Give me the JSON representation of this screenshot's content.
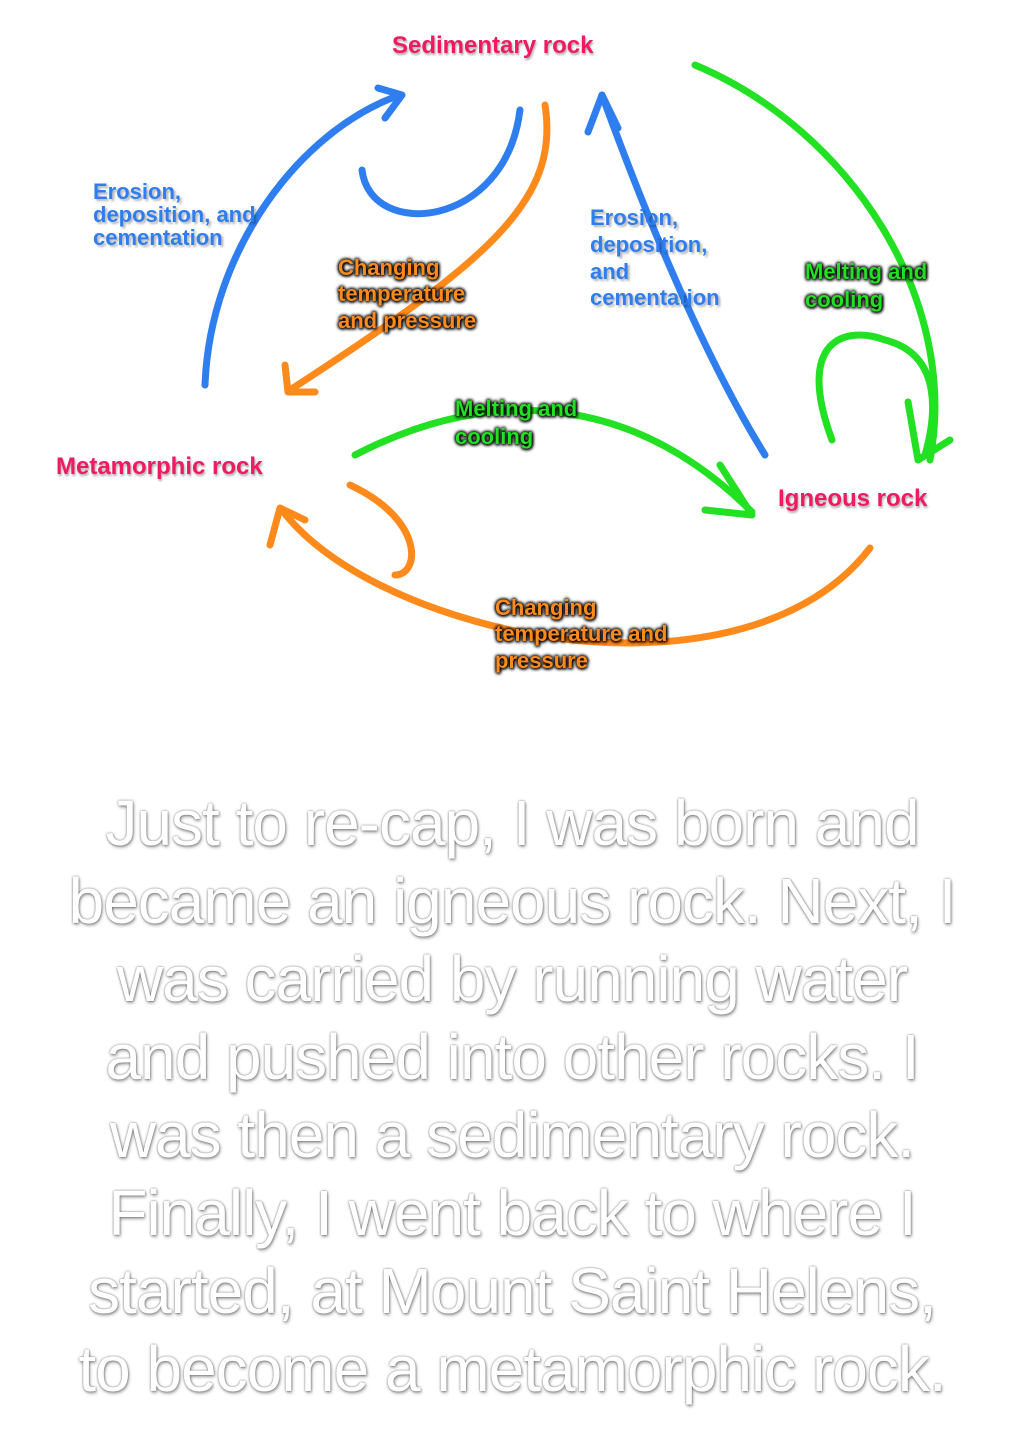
{
  "diagram": {
    "nodes": {
      "sedimentary": "Sedimentary rock",
      "metamorphic": "Metamorphic rock",
      "igneous": "Igneous rock"
    },
    "processes": {
      "erosion_left": [
        "Erosion,",
        "deposition, and",
        "cementation"
      ],
      "erosion_right": [
        "Erosion,",
        "deposition,",
        "and",
        "cementation"
      ],
      "changing_top": [
        "Changing",
        "temperature",
        "and pressure"
      ],
      "changing_bottom": [
        "Changing",
        "temperature and",
        "pressure"
      ],
      "melting_right": [
        "Melting and",
        "cooling"
      ],
      "melting_middle": [
        "Melting and",
        "cooling"
      ]
    },
    "colors": {
      "rock": "#f01a62",
      "blue": "#2f7ef0",
      "orange": "#ff8a1c",
      "green": "#22e022"
    }
  },
  "narration": [
    "Just to re-cap, I was born and",
    "became an igneous rock. Next, I",
    "was carried by running water",
    "and pushed into other rocks. I",
    "was then a sedimentary rock.",
    "Finally, I went back to where I",
    "started, at Mount Saint Helens,",
    "to become a metamorphic rock."
  ]
}
